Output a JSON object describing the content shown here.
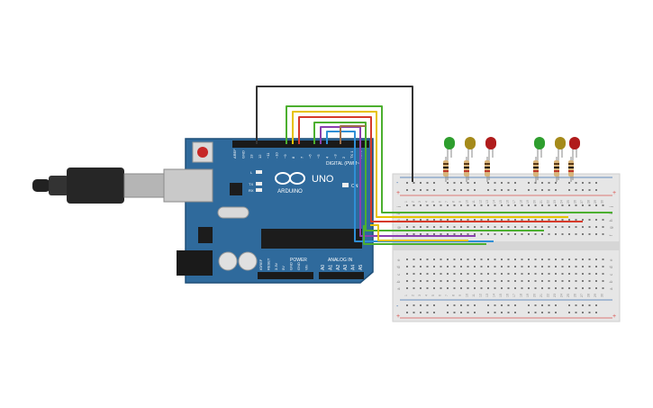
{
  "arduino": {
    "brand": "ARDUINO",
    "model": "UNO",
    "digital_label": "DIGITAL (PWM~)",
    "power_label": "POWER",
    "analog_label": "ANALOG IN",
    "on_label": "ON",
    "tx_label": "TX",
    "rx_label": "RX",
    "l_label": "L",
    "digital_pins": [
      "AREF",
      "GND",
      "13",
      "12",
      "~11",
      "~10",
      "~9",
      "8",
      "7",
      "~6",
      "~5",
      "4",
      "~3",
      "2",
      "TX 1",
      "RX 0"
    ],
    "power_pins": [
      "IOREF",
      "RESET",
      "3.3V",
      "5V",
      "GND",
      "GND",
      "Vin"
    ],
    "analog_pins": [
      "A0",
      "A1",
      "A2",
      "A3",
      "A4",
      "A5"
    ]
  },
  "breadboard": {
    "row_letters_top": [
      "j",
      "i",
      "h",
      "g",
      "f"
    ],
    "row_letters_bottom": [
      "e",
      "d",
      "c",
      "b",
      "a"
    ],
    "columns": [
      "1",
      "2",
      "3",
      "4",
      "5",
      "6",
      "7",
      "8",
      "9",
      "10",
      "11",
      "12",
      "13",
      "14",
      "15",
      "16",
      "17",
      "18",
      "19",
      "20",
      "21",
      "22",
      "23",
      "24",
      "25",
      "26",
      "27",
      "28",
      "29",
      "30"
    ],
    "plus": "+",
    "minus": "-"
  },
  "leds": [
    {
      "color": "green"
    },
    {
      "color": "yellow"
    },
    {
      "color": "red"
    },
    {
      "color": "green"
    },
    {
      "color": "yellow"
    },
    {
      "color": "red"
    }
  ],
  "colors": {
    "board": "#2f6a9c",
    "board_edge": "#1f4f78",
    "breadboard": "#e6e6e6",
    "rail_red": "#d9534f",
    "rail_blue": "#3a6fb0",
    "wire_black": "#333333",
    "wire_green": "#4caf2f",
    "wire_yellow": "#e6c200",
    "wire_red": "#d63a2a",
    "wire_purple": "#8a3fb0",
    "wire_blue": "#2f8fd6",
    "wire_brown": "#a0704a",
    "led_green": "#2e9e2e",
    "led_yellow": "#a58a1a",
    "led_red": "#b01c1c"
  }
}
